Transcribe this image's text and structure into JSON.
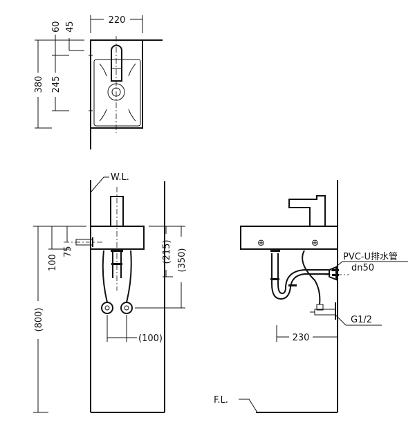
{
  "top_view": {
    "dims": {
      "width": "220",
      "d60": "60",
      "d45": "45",
      "d380": "380",
      "d245": "245"
    }
  },
  "front_view": {
    "water_level": "W.L.",
    "dims": {
      "d100": "100",
      "d75": "75",
      "d800": "(800)",
      "d215": "(215)",
      "d350": "(350)",
      "d100_valves": "(100)"
    }
  },
  "side_view": {
    "drain_label": "PVC-U排水管",
    "drain_size": "dn50",
    "valve_label": "G1/2",
    "d230": "230",
    "floor_level": "F.L."
  }
}
